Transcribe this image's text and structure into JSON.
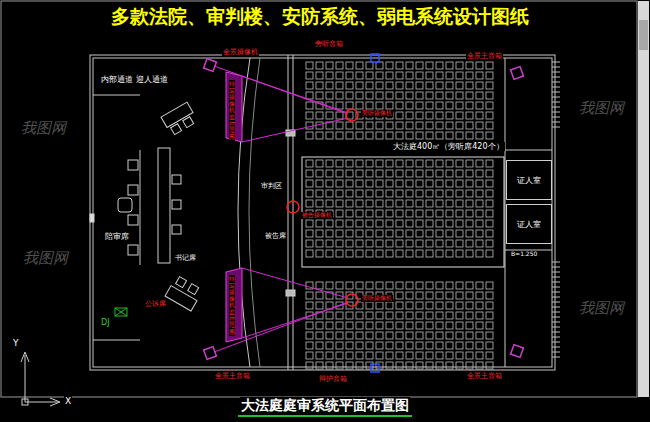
{
  "diagram": {
    "title": "多款法院、审判楼、安防系统、弱电系统设计图纸",
    "caption": "大法庭庭审系统平面布置图",
    "nodes": [
      {
        "text": [
          "证人室"
        ]
      },
      {
        "text": [
          "证人室"
        ]
      }
    ],
    "labels": [
      "内部通道 迎人通道",
      "全景摄像机",
      "旁听音箱",
      "全景主音箱",
      "特写摄像机监控范围",
      "特写摄像机监控范围",
      "旁听摄像机",
      "旁听摄像机",
      "审判区",
      "被告席",
      "被告摄像机",
      "书记席",
      "陪审席",
      "大法庭400㎡（旁听席420个）",
      "B=1.250",
      "DJ",
      "公诉席",
      "辩护音箱",
      "全景主音箱",
      "全景主音箱",
      "Y",
      "X",
      "我图网",
      "我图网",
      "我图网",
      "我图网"
    ]
  }
}
